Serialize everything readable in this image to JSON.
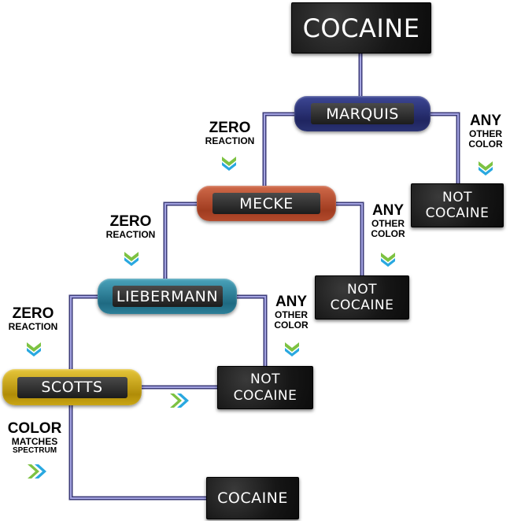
{
  "nodes": {
    "cocaine_top": "COCAINE",
    "marquis": "MARQUIS",
    "mecke": "MECKE",
    "liebermann": "LIEBERMANN",
    "scotts": "SCOTTS",
    "not_cocaine_line1": "NOT",
    "not_cocaine_line2": "COCAINE",
    "cocaine_bottom": "COCAINE"
  },
  "labels": {
    "zero": "ZERO",
    "reaction": "REACTION",
    "any": "ANY",
    "other": "OTHER",
    "color_lower": "COLOR",
    "color": "COLOR",
    "matches": "MATCHES",
    "spectrum": "SPECTRUM"
  },
  "colors": {
    "marquis": "#2a3272",
    "mecke": "#b34a2c",
    "liebermann": "#2d7f98",
    "scotts": "#c9a514",
    "connector": "#6a69a8",
    "chevron_green": "#7dc242",
    "chevron_blue": "#29a8e0"
  },
  "icons": [
    "chevron-down-icon",
    "chevron-right-icon"
  ]
}
